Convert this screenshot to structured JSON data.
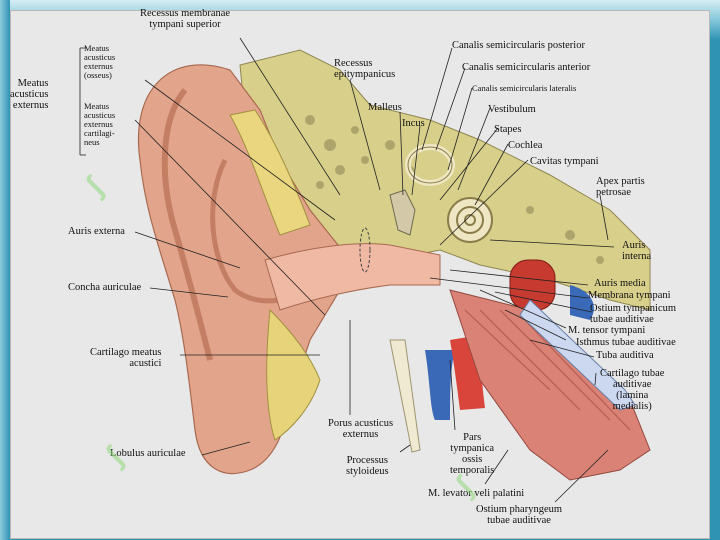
{
  "labels": {
    "recessus_membranae": "Recessus membranae\ntympani  superior",
    "meatus_group": "Meatus\nacusticus\nexternus",
    "meatus_osseus": "Meatus\nacusticus\nexternus\n(osseus)",
    "meatus_cartilagineus": "Meatus\nacusticus\nexternus\ncartilagi-\nneus",
    "recessus_epitympanicus": "Recessus\nepitympanicus",
    "malleus": "Malleus",
    "incus": "Incus",
    "canalis_posterior": "Canalis semicircularis posterior",
    "canalis_anterior": "Canalis semicircularis anterior",
    "canalis_lateralis": "Canalis semicircularis lateralis",
    "vestibulum": "Vestibulum",
    "stapes": "Stapes",
    "cochlea": "Cochlea",
    "cavitas_tympani": "Cavitas tympani",
    "apex_partis": "Apex partis\npetrosae",
    "auris_externa": "Auris externa",
    "concha_auriculae": "Concha auriculae",
    "cartilago_meatus": "Cartilago meatus\nacustici",
    "lobulus_auriculae": "Lobulus auriculae",
    "auris_interna": "Auris\ninterna",
    "auris_media": "Auris media",
    "membrana_tympani": "Membrana tympani",
    "ostium_tympanicum": "Ostium tympanicum\ntubae auditivae",
    "m_tensor": "M. tensor tympani",
    "isthmus": "Isthmus tubae auditivae",
    "tuba_auditiva": "Tuba auditiva",
    "cartilago_tubae": "Cartilago tubae\nauditivae\n(lamina\nmedialis)",
    "porus_acusticus": "Porus acusticus\nexternus",
    "processus_styloideus": "Processus\nstyloideus",
    "pars_tympanica": "Pars\ntympanica\nossis\ntemporalis",
    "m_levator": "M. levator veli palatini",
    "ostium_pharyngeum": "Ostium  pharyngeum\ntubae auditivae"
  }
}
